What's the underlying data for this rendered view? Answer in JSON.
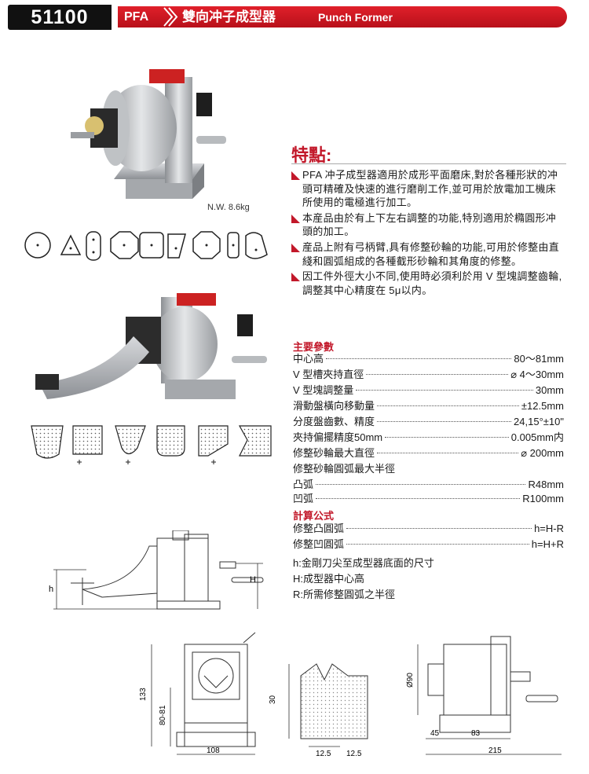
{
  "header": {
    "model": "51100",
    "series": "PFA",
    "title_cn": "雙向冲子成型器",
    "title_en": "Punch Former"
  },
  "photo_caption": "N.W. 8.6kg",
  "features_title": "特點:",
  "features": [
    "PFA 冲子成型器適用於成形平面磨床,對於各種形狀的冲頭可精確及快速的進行磨削工作,並可用於放電加工機床所使用的電極進行加工。",
    "本産品由於有上下左右調整的功能,特別適用於橢圓形冲頭的加工。",
    "産品上附有弓柄臂,具有修整砂輪的功能,可用於修整由直綫和圓弧組成的各種截形砂輪和其角度的修整。",
    "因工件外徑大小不同,使用時必須利於用 V 型塊調整齒輪,調整其中心精度在 5μ以内。"
  ],
  "specs_title": "主要參數",
  "specs": [
    {
      "label": "中心高",
      "value": "80～81mm"
    },
    {
      "label": "V 型槽夾持直徑",
      "value": "⌀ 4～30mm"
    },
    {
      "label": "V  型塊調整量",
      "value": "30mm"
    },
    {
      "label": "滑動盤橫向移動量",
      "value": "±12.5mm"
    },
    {
      "label": "分度盤齒數、精度",
      "value": "24,15°±10\""
    },
    {
      "label": "夾持偏擺精度50mm",
      "value": "0.005mm内"
    },
    {
      "label": "修整砂輪最大直徑",
      "value": "⌀ 200mm"
    }
  ],
  "arc_title": "修整砂輪圓弧最大半徑",
  "arc_specs": [
    {
      "label": "凸弧",
      "value": "R48mm"
    },
    {
      "label": "凹弧",
      "value": "R100mm"
    }
  ],
  "formula_title": "計算公式",
  "formulas": [
    {
      "label": "修整凸圓弧",
      "value": "h=H-R"
    },
    {
      "label": "修整凹圓弧",
      "value": "h=H+R"
    }
  ],
  "legend": [
    "h:金剛刀尖至成型器底面的尺寸",
    "H:成型器中心高",
    "R:所需修整圓弧之半徑"
  ],
  "drawing_dims": {
    "side_h": "h",
    "side_H": "H",
    "front_133": "133",
    "front_8081": "80-81",
    "front_108": "108",
    "vblock_30": "30",
    "vblock_125a": "12.5",
    "vblock_125b": "12.5",
    "top_90": "Ø90",
    "top_45": "45",
    "top_83": "83",
    "top_215": "215"
  },
  "colors": {
    "accent": "#c2182a",
    "banner_dark": "#111111"
  }
}
